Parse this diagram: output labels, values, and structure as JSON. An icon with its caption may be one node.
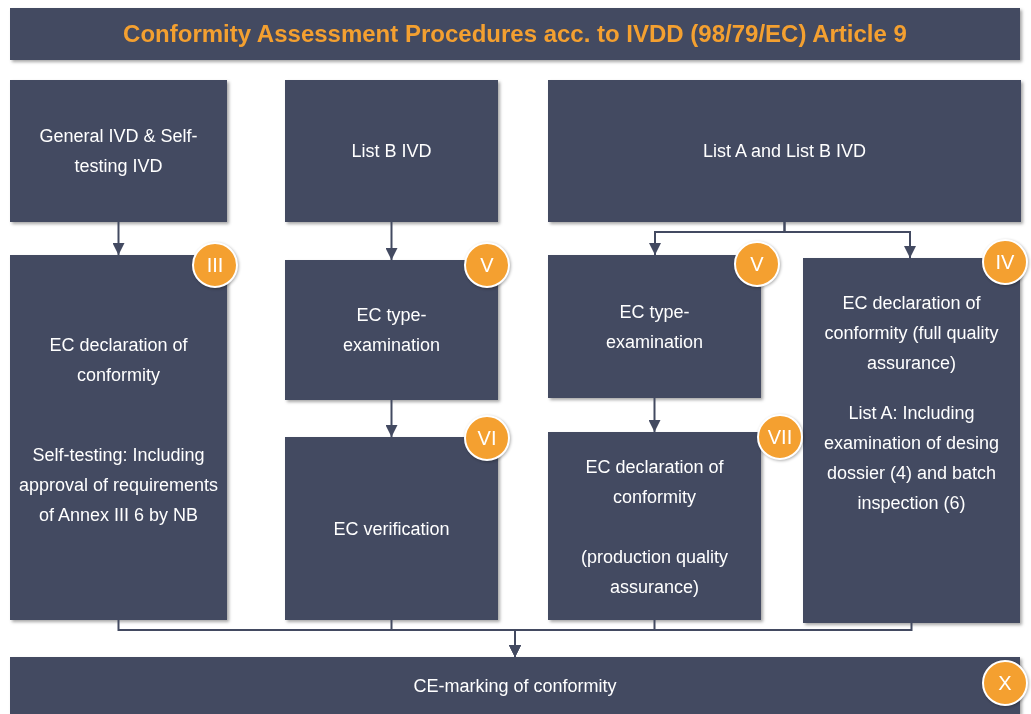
{
  "diagram": {
    "nodes": [
      {
        "text": [
          "Conformity Assessment Procedures acc. to IVDD (98/79/EC) Article 9"
        ]
      },
      {
        "text": [
          "General IVD & Self-testing IVD"
        ]
      },
      {
        "text": [
          "List B IVD"
        ]
      },
      {
        "text": [
          "List A and List B IVD"
        ]
      },
      {
        "text": [
          "EC declaration of conformity",
          "Self-testing: Including approval of requirements of Annex III 6 by NB"
        ]
      },
      {
        "text": [
          "EC type-examination"
        ]
      },
      {
        "text": [
          "EC verification"
        ]
      },
      {
        "text": [
          "EC type-examination"
        ]
      },
      {
        "text": [
          "EC declaration of conformity",
          "(production quality assurance)"
        ]
      },
      {
        "text": [
          "EC declaration of conformity (full quality assurance)",
          "List A: Including examination of desing dossier (4) and batch inspection (6)"
        ]
      },
      {
        "text": [
          "CE-marking of conformity"
        ]
      },
      {
        "text": [
          "III"
        ]
      },
      {
        "text": [
          "V"
        ]
      },
      {
        "text": [
          "VI"
        ]
      },
      {
        "text": [
          "V"
        ]
      },
      {
        "text": [
          "VII"
        ]
      },
      {
        "text": [
          "IV"
        ]
      },
      {
        "text": [
          "X"
        ]
      }
    ],
    "edges": [
      {
        "from": 1,
        "to": 4,
        "arrow": "to"
      },
      {
        "from": 2,
        "to": 5,
        "arrow": "to"
      },
      {
        "from": 5,
        "to": 6,
        "arrow": "to"
      },
      {
        "from": 3,
        "to": 7,
        "arrow": "to"
      },
      {
        "from": 3,
        "to": 9,
        "arrow": "to"
      },
      {
        "from": 7,
        "to": 8,
        "arrow": "to"
      },
      {
        "from": 4,
        "to": 10,
        "arrow": "to"
      },
      {
        "from": 6,
        "to": 10,
        "arrow": "to"
      },
      {
        "from": 8,
        "to": 10,
        "arrow": "to"
      },
      {
        "from": 9,
        "to": 10,
        "arrow": "to"
      }
    ]
  }
}
